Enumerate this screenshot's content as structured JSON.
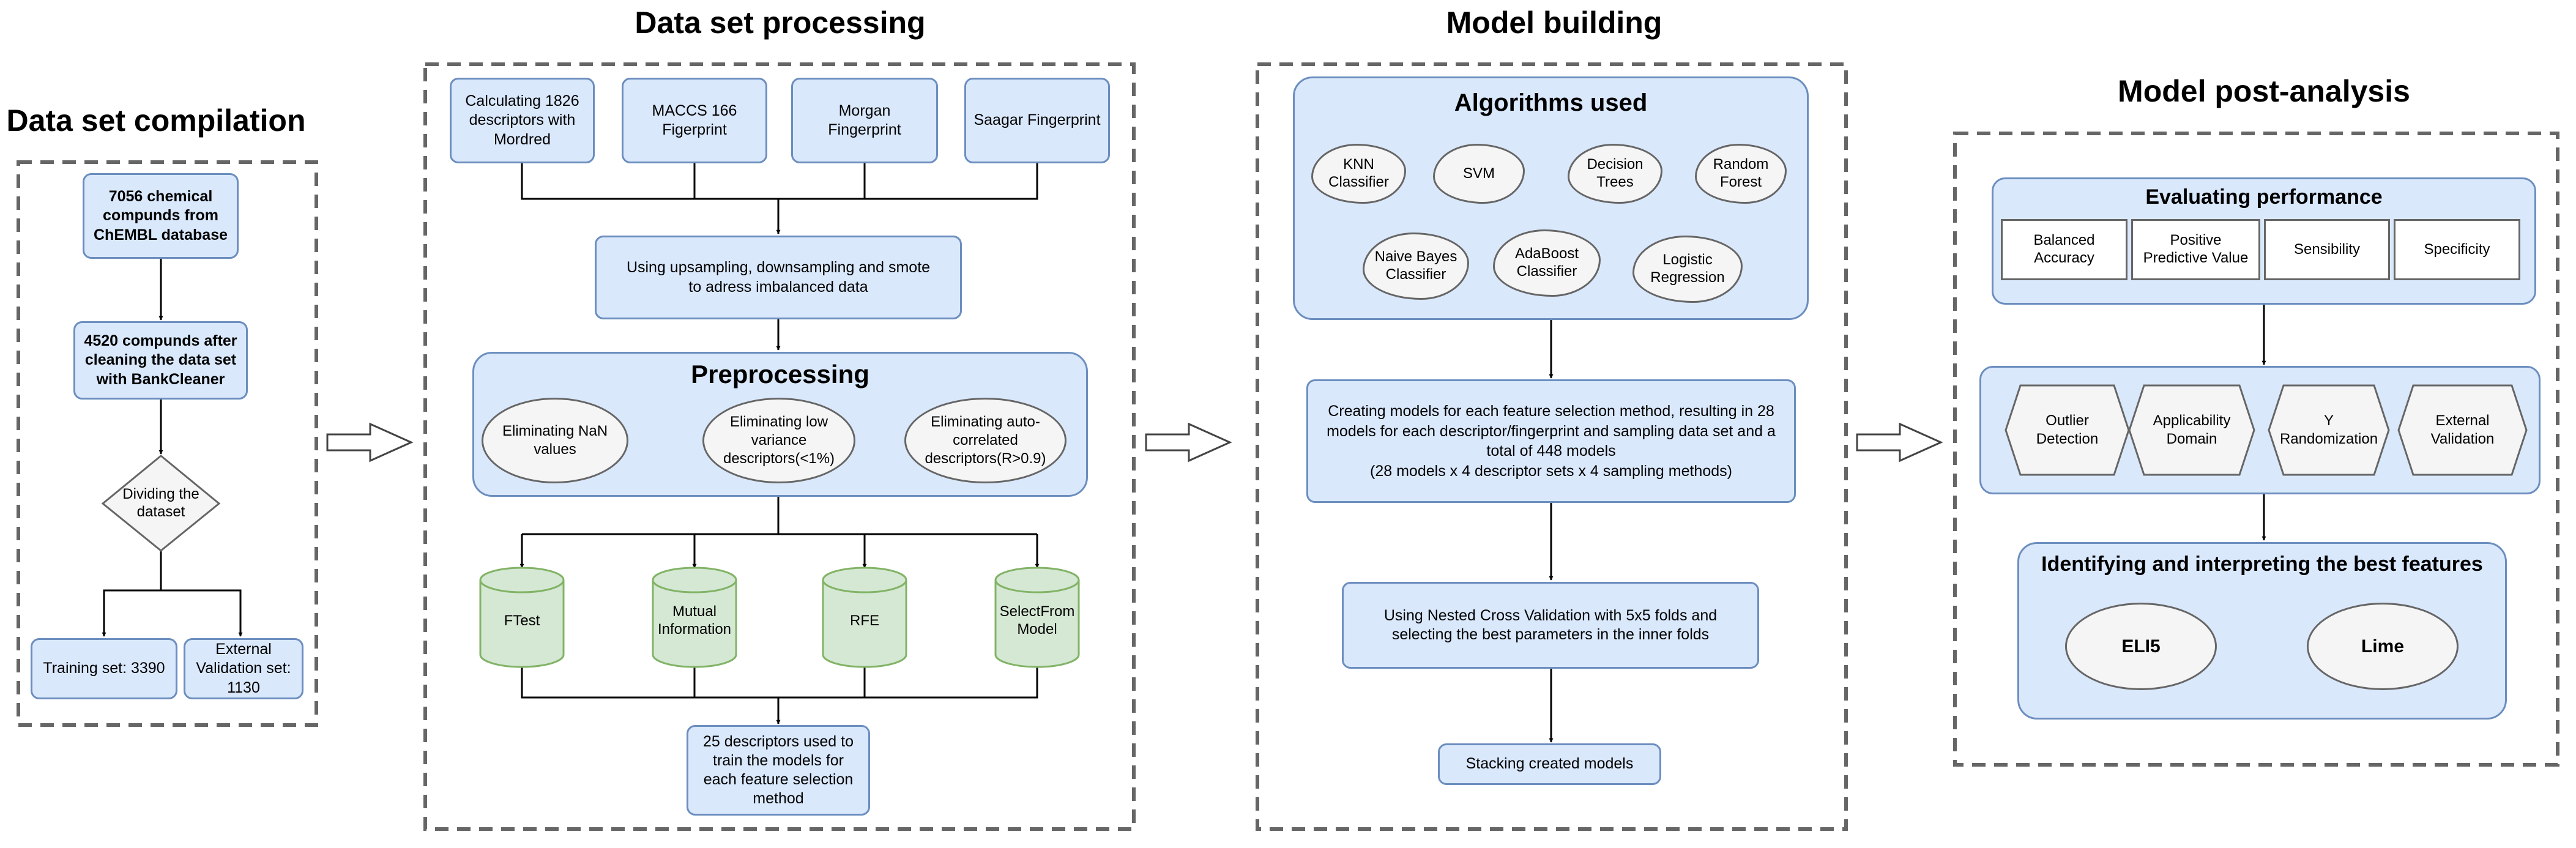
{
  "colors": {
    "box_fill": "#dae8fc",
    "box_stroke": "#6c8ebf",
    "gray_fill": "#f5f5f5",
    "gray_stroke": "#666666",
    "green_fill": "#d5e8d4",
    "green_stroke": "#82b366"
  },
  "sections": {
    "compilation": {
      "title": "Data set compilation",
      "source": "7056 chemical compunds from ChEMBL database",
      "cleaned": "4520 compunds after cleaning the data set with BankCleaner",
      "split": "Dividing the dataset",
      "training": "Training set: 3390",
      "external": "External Validation set: 1130"
    },
    "processing": {
      "title": "Data set processing",
      "descriptors": [
        "Calculating 1826 descriptors with Mordred",
        "MACCS 166 Figerprint",
        "Morgan Fingerprint",
        "Saagar Fingerprint"
      ],
      "sampling": "Using upsampling, downsampling and smote to adress imbalanced data",
      "preprocessing_title": "Preprocessing",
      "preprocessing_steps": [
        "Eliminating NaN values",
        "Eliminating low variance descriptors(<1%)",
        "Eliminating auto-correlated descriptors(R>0.9)"
      ],
      "selectors": [
        "FTest",
        "Mutual Information",
        "RFE",
        "SelectFrom Model"
      ],
      "result": "25 descriptors used to train the models for each feature selection method"
    },
    "building": {
      "title": "Model building",
      "algorithms_title": "Algorithms used",
      "algorithms": [
        "KNN Classifier",
        "SVM",
        "Decision Trees",
        "Random Forest",
        "Naive Bayes Classifier",
        "AdaBoost Classifier",
        "Logistic Regression"
      ],
      "models_line1": "Creating models for each feature selection method, resulting in 28 models for each descriptor/fingerprint and sampling data set and a total of 448 models",
      "models_line2": "(28 models x 4 descriptor sets x 4 sampling methods)",
      "nested_cv": "Using Nested Cross Validation with 5x5 folds and selecting the best parameters in the inner folds",
      "stacking": "Stacking created models"
    },
    "post": {
      "title": "Model post-analysis",
      "eval_title": "Evaluating performance",
      "metrics": [
        "Balanced Accuracy",
        "Positive Predictive Value",
        "Sensibility",
        "Specificity"
      ],
      "checks": [
        "Outlier Detection",
        "Applicability Domain",
        "Y Randomization",
        "External Validation"
      ],
      "features_title": "Identifying and interpreting the best features",
      "explainers": [
        "ELI5",
        "Lime"
      ]
    }
  }
}
